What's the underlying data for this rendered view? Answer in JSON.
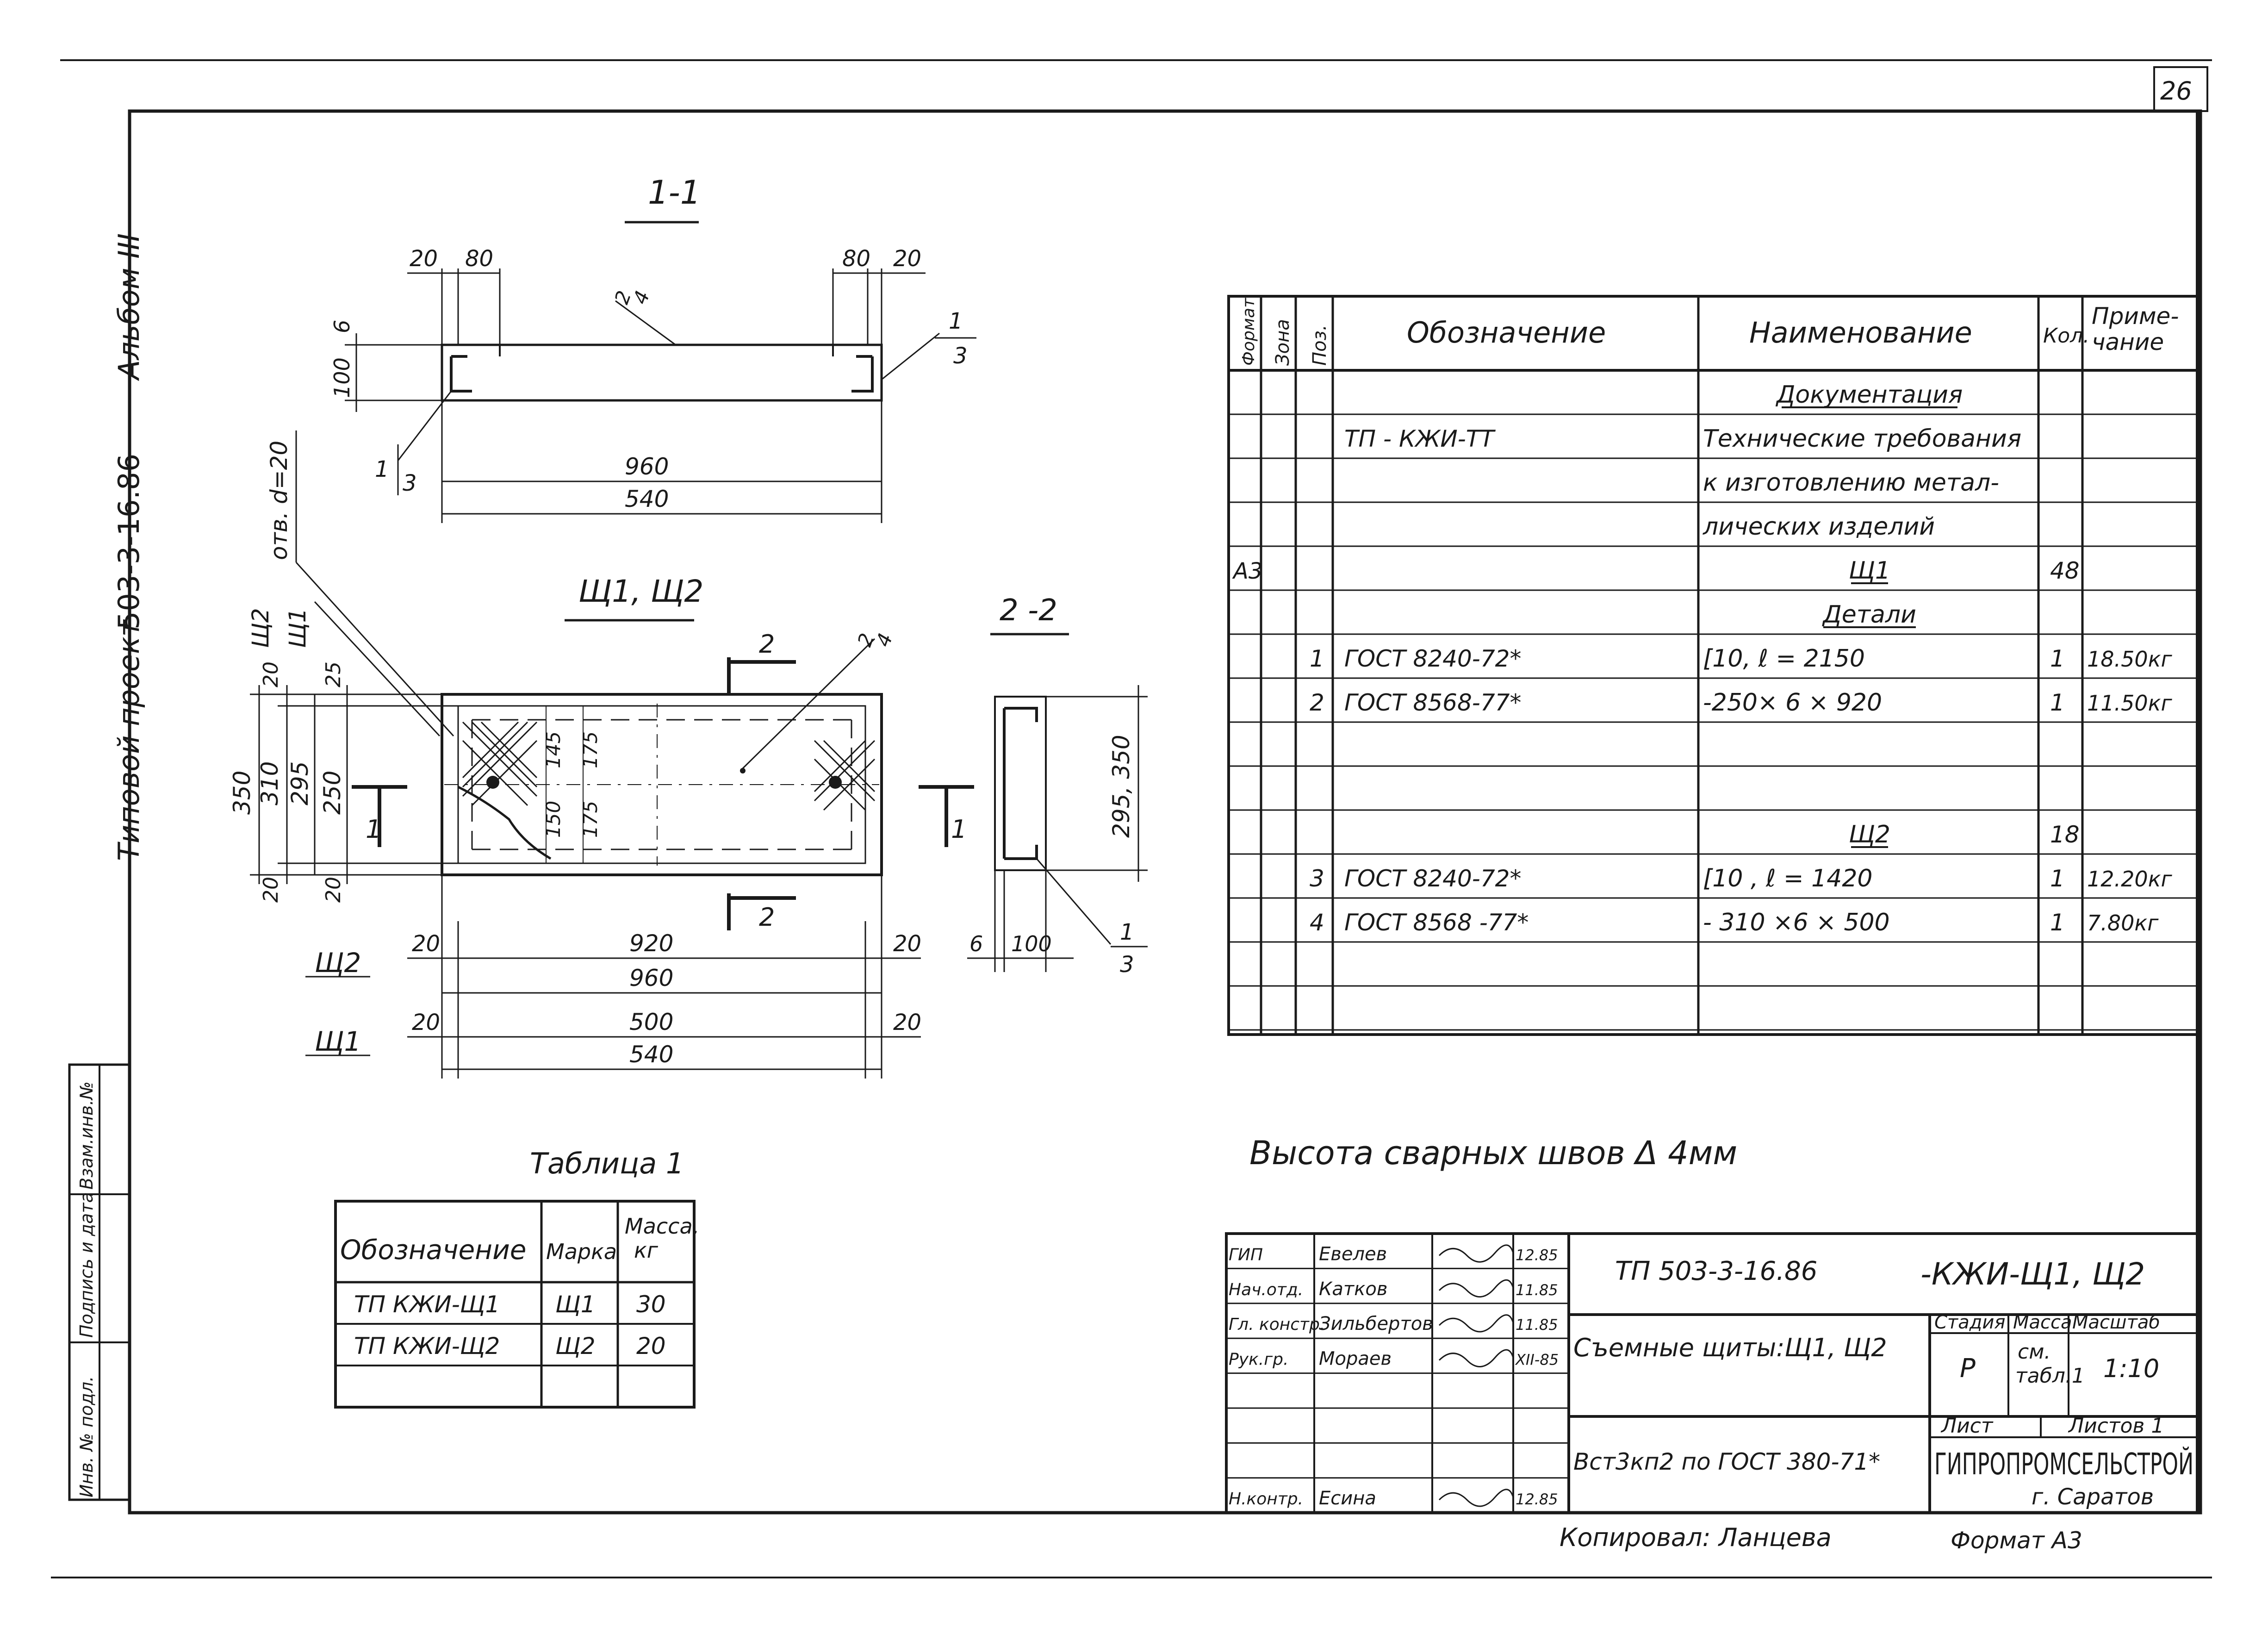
{
  "sheet": {
    "page_number": "26",
    "album": "Альбом III",
    "project": "503-3-16.86",
    "project_label": "Типовой проект",
    "left_stamp": [
      "Инв. № подл.",
      "Подпись и дата",
      "Взам.инв.№"
    ]
  },
  "section_1_1": {
    "title": "1-1",
    "dims_top_left": [
      "20",
      "80"
    ],
    "dims_top_right": [
      "80",
      "20"
    ],
    "dim_height": "100",
    "dim_thk": "6",
    "callout_top": [
      "2",
      "4"
    ],
    "callout_right": [
      "1",
      "3"
    ],
    "callout_left": [
      "1",
      "3"
    ],
    "dim_960": "960",
    "dim_540": "540"
  },
  "plan": {
    "title": "Щ1, Щ2",
    "hole_note": "отв. d=20",
    "label_shch2": "Щ2",
    "label_shch1": "Щ1",
    "left_dims": [
      "350",
      "310",
      "295",
      "250",
      "20",
      "25",
      "20",
      "20"
    ],
    "inner_dims": [
      "145",
      "175",
      "150",
      "175"
    ],
    "callout": [
      "2",
      "4"
    ],
    "section_mark": "2",
    "cut_mark": "1",
    "row_shch2": {
      "label": "Щ2",
      "left": "20",
      "mid": "920",
      "right": "20",
      "total": "960"
    },
    "row_shch1": {
      "label": "Щ1",
      "left": "20",
      "mid": "500",
      "right": "20",
      "total": "540"
    }
  },
  "section_2_2": {
    "title": "2 -2",
    "dim_vertical": "295, 350",
    "dim_6": "6",
    "dim_100": "100",
    "callout": [
      "1",
      "3"
    ]
  },
  "spec_table": {
    "headers": [
      "Формат",
      "Зона",
      "Поз.",
      "Обозначение",
      "Наименование",
      "Кол.",
      "Приме-\nчание"
    ],
    "rows": [
      {
        "fmt": "",
        "pos": "",
        "des": "",
        "name": "Документация",
        "qty": "",
        "note": "",
        "underline": true
      },
      {
        "fmt": "",
        "pos": "",
        "des": "ТП -          КЖИ-ТТ",
        "name": "Технические требования",
        "qty": "",
        "note": ""
      },
      {
        "fmt": "",
        "pos": "",
        "des": "",
        "name": "к изготовлению метал-",
        "qty": "",
        "note": ""
      },
      {
        "fmt": "",
        "pos": "",
        "des": "",
        "name": "лических изделий",
        "qty": "",
        "note": ""
      },
      {
        "fmt": "А3",
        "pos": "",
        "des": "",
        "name": "Щ1",
        "qty": "48",
        "note": "",
        "underline": true
      },
      {
        "fmt": "",
        "pos": "",
        "des": "",
        "name": "Детали",
        "qty": "",
        "note": "",
        "underline": true
      },
      {
        "fmt": "",
        "pos": "1",
        "des": "ГОСТ  8240-72*",
        "name": "[10,  ℓ = 2150",
        "qty": "1",
        "note": "18.50кг"
      },
      {
        "fmt": "",
        "pos": "2",
        "des": "ГОСТ  8568-77*",
        "name": "-250× 6 × 920",
        "qty": "1",
        "note": "11.50кг"
      },
      {
        "fmt": "",
        "pos": "",
        "des": "",
        "name": "",
        "qty": "",
        "note": ""
      },
      {
        "fmt": "",
        "pos": "",
        "des": "",
        "name": "",
        "qty": "",
        "note": ""
      },
      {
        "fmt": "",
        "pos": "",
        "des": "",
        "name": "Щ2",
        "qty": "18",
        "note": "",
        "underline": true
      },
      {
        "fmt": "",
        "pos": "3",
        "des": "ГОСТ  8240-72*",
        "name": "[10 ,  ℓ = 1420",
        "qty": "1",
        "note": "12.20кг"
      },
      {
        "fmt": "",
        "pos": "4",
        "des": "ГОСТ  8568 -77*",
        "name": "-  310 ×6 × 500",
        "qty": "1",
        "note": "7.80кг"
      },
      {
        "fmt": "",
        "pos": "",
        "des": "",
        "name": "",
        "qty": "",
        "note": ""
      },
      {
        "fmt": "",
        "pos": "",
        "des": "",
        "name": "",
        "qty": "",
        "note": ""
      }
    ]
  },
  "weld_note": "Высота сварных швов  Δ  4мм",
  "table1": {
    "title": "Таблица 1",
    "headers": [
      "Обозначение",
      "Марка",
      "Масса,\nкг"
    ],
    "rows": [
      [
        "ТП        КЖИ-Щ1",
        "Щ1",
        "30"
      ],
      [
        "ТП     КЖИ-Щ2",
        "Щ2",
        "20"
      ],
      [
        "",
        "",
        ""
      ]
    ]
  },
  "title_block": {
    "signers": [
      {
        "role": "ГИП",
        "name": "Евелев",
        "date": "12.85"
      },
      {
        "role": "Нач.отд.",
        "name": "Катков",
        "date": "11.85"
      },
      {
        "role": "Гл. констр.",
        "name": "Зильбертов",
        "date": "11.85"
      },
      {
        "role": "Рук.гр.",
        "name": "Мораев",
        "date": "XII-85"
      },
      {
        "role": "",
        "name": "",
        "date": ""
      },
      {
        "role": "",
        "name": "",
        "date": ""
      },
      {
        "role": "",
        "name": "",
        "date": ""
      },
      {
        "role": "Н.контр.",
        "name": "Есина",
        "date": "12.85"
      }
    ],
    "code": "ТП  503-3-16.86",
    "code_suffix": "-КЖИ-Щ1, Щ2",
    "name": "Съемные щиты:Щ1, Щ2",
    "material": "Вст3кп2 по ГОСТ 380-71*",
    "stage_label": "Стадия",
    "mass_label": "Масса",
    "scale_label": "Масштаб",
    "stage": "Р",
    "mass": "см.\nтабл.1",
    "scale": "1:10",
    "sheet_label": "Лист",
    "sheets_label": "Листов  1",
    "org": "ГИПРОПРОМСЕЛЬСТРОЙ",
    "city": "г. Саратов"
  },
  "footer": {
    "copied": "Копировал: Ланцева",
    "format": "Формат А3"
  }
}
